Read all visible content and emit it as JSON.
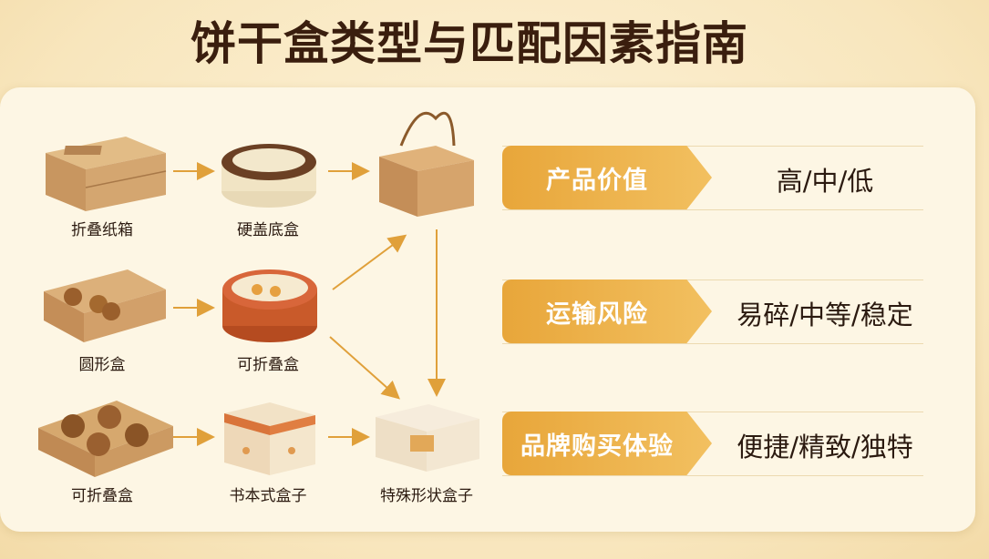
{
  "title": "饼干盒类型与匹配因素指南",
  "boxes": [
    {
      "label": "折叠纸箱"
    },
    {
      "label": "硬盖底盒"
    },
    {
      "label": "圆形盒"
    },
    {
      "label": "可折叠盒"
    },
    {
      "label": "可折叠盒"
    },
    {
      "label": "书本式盒子"
    },
    {
      "label": "特殊形状盒子"
    }
  ],
  "factors": [
    {
      "name": "产品价值",
      "value": "高/中/低"
    },
    {
      "name": "运输风险",
      "value": "易碎/中等/稳定"
    },
    {
      "name": "品牌购买体验",
      "value": "便捷/精致/独特"
    }
  ],
  "colors": {
    "accent": "#e8a63a",
    "arrow": "#e0a03a",
    "kraft": "#d2a56a",
    "tin_red": "#c95a2a",
    "tin_brown": "#6b4024"
  }
}
